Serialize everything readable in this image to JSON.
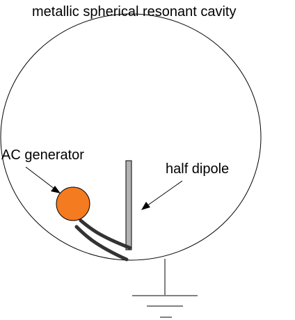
{
  "diagram": {
    "title": "metallic spherical resonant cavity",
    "generator_label": "AC generator",
    "dipole_label": "half dipole"
  },
  "colors": {
    "line": "#000000",
    "generator_fill": "#f47b20",
    "dipole_fill": "#b3b3b3",
    "cable": "#333333",
    "background": "#ffffff"
  }
}
